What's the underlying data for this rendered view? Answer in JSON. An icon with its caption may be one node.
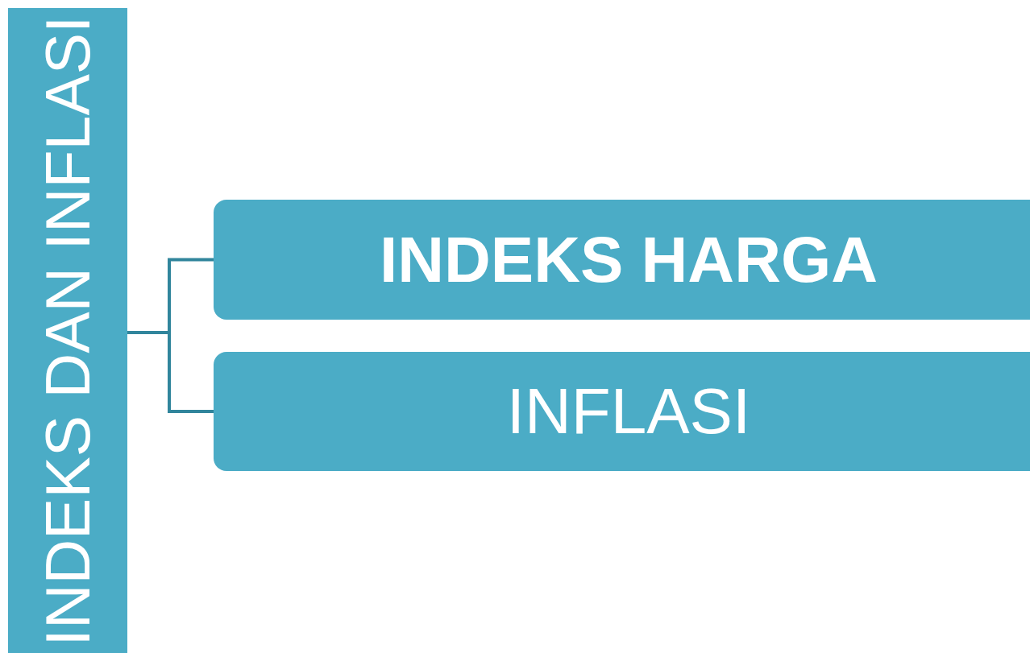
{
  "diagram": {
    "nodes": [
      {
        "text": [
          "INDEKS DAN INFLASI"
        ]
      },
      {
        "text": [
          "INDEKS HARGA"
        ]
      },
      {
        "text": [
          "INFLASI"
        ]
      }
    ],
    "edges": [
      {
        "from": 0,
        "to": 1,
        "arrow": "none"
      },
      {
        "from": 0,
        "to": 2,
        "arrow": "none"
      }
    ]
  }
}
